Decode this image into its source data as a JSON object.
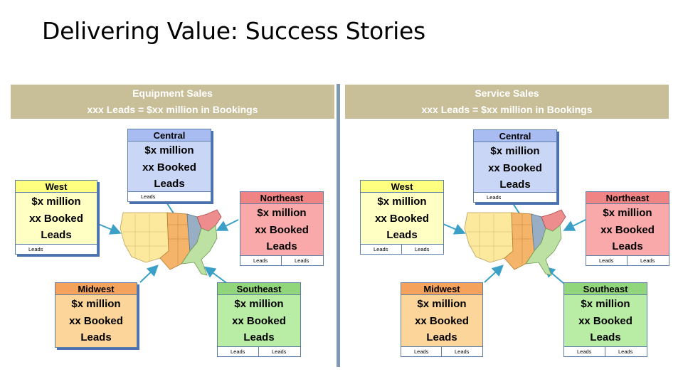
{
  "slide": {
    "title": "Delivering Value: Success Stories"
  },
  "panels": [
    {
      "banner_line1": "Equipment Sales",
      "banner_line2": "xxx Leads = $xx million in Bookings",
      "regions": {
        "central": {
          "name": "Central",
          "value": "$x million",
          "booked": "xx Booked",
          "leads": "Leads",
          "footer": [
            "Leads"
          ]
        },
        "west": {
          "name": "West",
          "value": "$x million",
          "booked": "xx Booked",
          "leads": "Leads",
          "footer": [
            "Leads"
          ]
        },
        "northeast": {
          "name": "Northeast",
          "value": "$x million",
          "booked": "xx Booked",
          "leads": "Leads",
          "footer": [
            "Leads",
            "Leads"
          ]
        },
        "midwest": {
          "name": "Midwest",
          "value": "$x million",
          "booked": "xx Booked",
          "leads": "Leads",
          "footer": []
        },
        "southeast": {
          "name": "Southeast",
          "value": "$x million",
          "booked": "xx Booked",
          "leads": "Leads",
          "footer": [
            "Leads",
            "Leads"
          ]
        }
      }
    },
    {
      "banner_line1": "Service Sales",
      "banner_line2": "xxx Leads = $xx million in Bookings",
      "regions": {
        "central": {
          "name": "Central",
          "value": "$x million",
          "booked": "xx Booked",
          "leads": "Leads",
          "footer": [
            "Leads"
          ]
        },
        "west": {
          "name": "West",
          "value": "$x million",
          "booked": "xx Booked",
          "leads": "Leads",
          "footer": [
            "Leads",
            "Leads"
          ]
        },
        "northeast": {
          "name": "Northeast",
          "value": "$x million",
          "booked": "xx Booked",
          "leads": "Leads",
          "footer": [
            "Leads",
            "Leads"
          ]
        },
        "midwest": {
          "name": "Midwest",
          "value": "$x million",
          "booked": "xx Booked",
          "leads": "Leads",
          "footer": [
            "Leads",
            "Leads"
          ]
        },
        "southeast": {
          "name": "Southeast",
          "value": "$x million",
          "booked": "xx Booked",
          "leads": "Leads",
          "footer": [
            "Leads",
            "Leads"
          ]
        }
      }
    }
  ],
  "colors": {
    "banner": "#c8bf99",
    "divider": "#7f99b0",
    "west": "#ffff80",
    "central": "#a9bcf2",
    "northeast": "#f08484",
    "midwest": "#f5a35c",
    "southeast": "#92d67c"
  }
}
